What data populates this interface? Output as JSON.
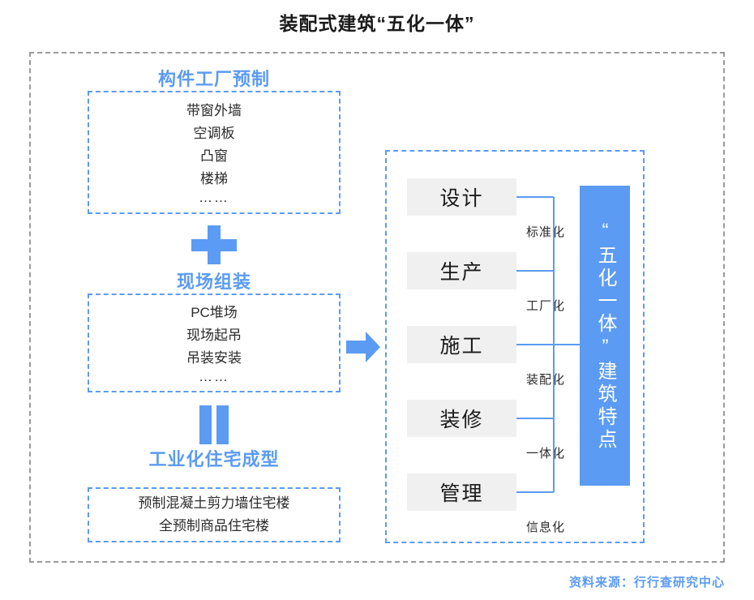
{
  "title": "装配式建筑“五化一体”",
  "source_note": "资料来源：行行查研究中心",
  "colors": {
    "accent_blue": "#5b9bf3",
    "outer_border_gray": "#9a9a9a",
    "phase_box_gray": "#f0f0f0",
    "text_dark": "#1a1a1a"
  },
  "left_column": {
    "stages": [
      {
        "heading": "构件工厂预制",
        "items": [
          "带窗外墙",
          "空调板",
          "凸窗",
          "楼梯",
          "……"
        ]
      },
      {
        "heading": "现场组装",
        "items": [
          "PC堆场",
          "现场起吊",
          "吊装安装",
          "……"
        ]
      },
      {
        "heading": "工业化住宅成型",
        "items": [
          "预制混凝土剪力墙住宅楼",
          "全预制商品住宅楼"
        ]
      }
    ],
    "operators": [
      {
        "name": "plus-operator",
        "glyph": "+"
      },
      {
        "name": "equals-operator",
        "glyph": "="
      }
    ]
  },
  "flow_arrow": {
    "icon": "arrow-right-icon",
    "direction": "right"
  },
  "right_panel": {
    "phases": [
      {
        "box": "设计",
        "label": "标准化"
      },
      {
        "box": "生产",
        "label": "工厂化"
      },
      {
        "box": "施工",
        "label": "装配化"
      },
      {
        "box": "装修",
        "label": "一体化"
      },
      {
        "box": "管理",
        "label": "信息化"
      }
    ],
    "callout": "“五化一体”建筑特点"
  },
  "chart_data": {
    "type": "diagram",
    "title": "装配式建筑“五化一体”",
    "left_flow": [
      {
        "step": 1,
        "name": "构件工厂预制",
        "contents": [
          "带窗外墙",
          "空调板",
          "凸窗",
          "楼梯",
          "……"
        ],
        "operator_after": "+"
      },
      {
        "step": 2,
        "name": "现场组装",
        "contents": [
          "PC堆场",
          "现场起吊",
          "吊装安装",
          "……"
        ],
        "operator_after": "="
      },
      {
        "step": 3,
        "name": "工业化住宅成型",
        "contents": [
          "预制混凝土剪力墙住宅楼",
          "全预制商品住宅楼"
        ],
        "operator_after": ""
      }
    ],
    "right_mapping": [
      {
        "phase": "设计",
        "attribute": "标准化"
      },
      {
        "phase": "生产",
        "attribute": "工厂化"
      },
      {
        "phase": "施工",
        "attribute": "装配化"
      },
      {
        "phase": "装修",
        "attribute": "一体化"
      },
      {
        "phase": "管理",
        "attribute": "信息化"
      }
    ],
    "grouped_as": "“五化一体”建筑特点",
    "source": "资料来源：行行查研究中心"
  }
}
